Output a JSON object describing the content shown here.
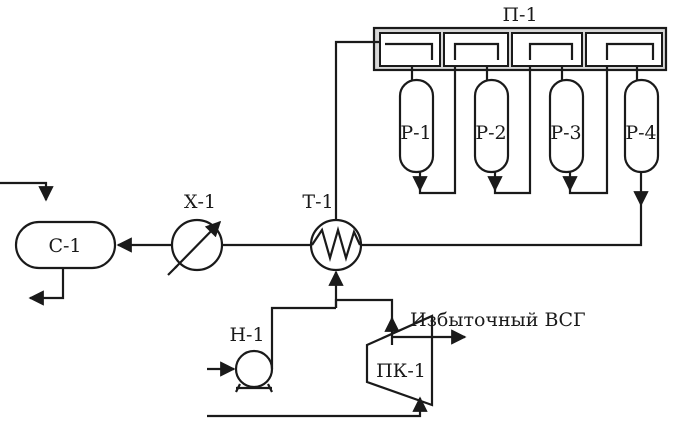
{
  "diagram": {
    "labels": {
      "furnace": "П-1",
      "reactor_1": "Р-1",
      "reactor_2": "Р-2",
      "reactor_3": "Р-3",
      "reactor_4": "Р-4",
      "separator": "С-1",
      "cooler": "Х-1",
      "heat_exchanger": "Т-1",
      "pump": "Н-1",
      "compressor": "ПК-1",
      "excess_gas": "Избыточный ВСГ"
    }
  }
}
